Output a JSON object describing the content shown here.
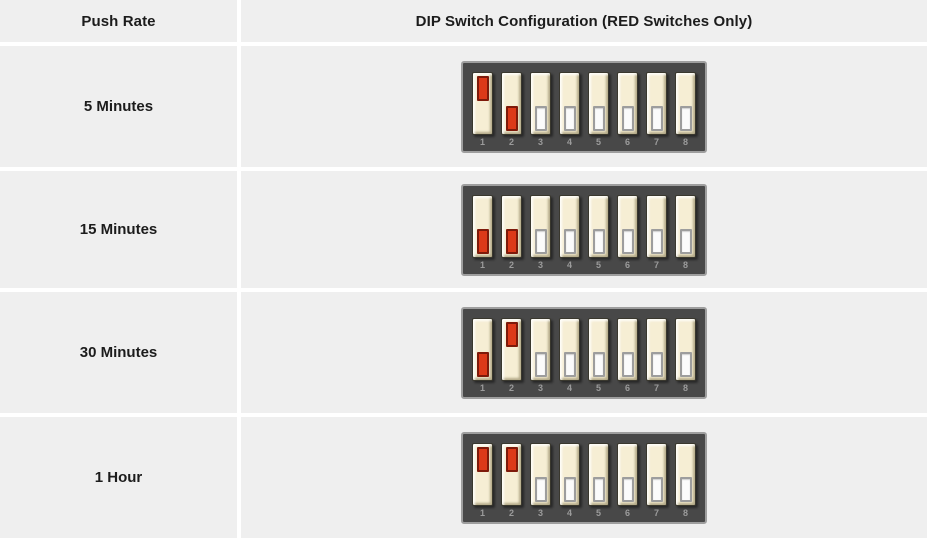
{
  "header": {
    "col1": "Push Rate",
    "col2": "DIP Switch Configuration (RED Switches Only)"
  },
  "rows": [
    {
      "push_rate": "5 Minutes",
      "switches": [
        {
          "num": "1",
          "color": "red",
          "position": "up"
        },
        {
          "num": "2",
          "color": "red",
          "position": "down"
        },
        {
          "num": "3",
          "color": "white",
          "position": "down"
        },
        {
          "num": "4",
          "color": "white",
          "position": "down"
        },
        {
          "num": "5",
          "color": "white",
          "position": "down"
        },
        {
          "num": "6",
          "color": "white",
          "position": "down"
        },
        {
          "num": "7",
          "color": "white",
          "position": "down"
        },
        {
          "num": "8",
          "color": "white",
          "position": "down"
        }
      ]
    },
    {
      "push_rate": "15 Minutes",
      "switches": [
        {
          "num": "1",
          "color": "red",
          "position": "down"
        },
        {
          "num": "2",
          "color": "red",
          "position": "down"
        },
        {
          "num": "3",
          "color": "white",
          "position": "down"
        },
        {
          "num": "4",
          "color": "white",
          "position": "down"
        },
        {
          "num": "5",
          "color": "white",
          "position": "down"
        },
        {
          "num": "6",
          "color": "white",
          "position": "down"
        },
        {
          "num": "7",
          "color": "white",
          "position": "down"
        },
        {
          "num": "8",
          "color": "white",
          "position": "down"
        }
      ]
    },
    {
      "push_rate": "30 Minutes",
      "switches": [
        {
          "num": "1",
          "color": "red",
          "position": "down"
        },
        {
          "num": "2",
          "color": "red",
          "position": "up"
        },
        {
          "num": "3",
          "color": "white",
          "position": "down"
        },
        {
          "num": "4",
          "color": "white",
          "position": "down"
        },
        {
          "num": "5",
          "color": "white",
          "position": "down"
        },
        {
          "num": "6",
          "color": "white",
          "position": "down"
        },
        {
          "num": "7",
          "color": "white",
          "position": "down"
        },
        {
          "num": "8",
          "color": "white",
          "position": "down"
        }
      ]
    },
    {
      "push_rate": "1 Hour",
      "switches": [
        {
          "num": "1",
          "color": "red",
          "position": "up"
        },
        {
          "num": "2",
          "color": "red",
          "position": "up"
        },
        {
          "num": "3",
          "color": "white",
          "position": "down"
        },
        {
          "num": "4",
          "color": "white",
          "position": "down"
        },
        {
          "num": "5",
          "color": "white",
          "position": "down"
        },
        {
          "num": "6",
          "color": "white",
          "position": "down"
        },
        {
          "num": "7",
          "color": "white",
          "position": "down"
        },
        {
          "num": "8",
          "color": "white",
          "position": "down"
        }
      ]
    }
  ],
  "colors": {
    "cell_bg": "#efefef",
    "divider": "#ffffff",
    "text_color": "#1c1c1c",
    "block_bg": "#484848",
    "block_border": "#9e9e9e",
    "slot_bg": "#f6eed4",
    "slot_border": "#3a382e",
    "red_switch": "#dc3918",
    "red_switch_border": "#7e1a0a",
    "white_switch": "#fbfbfb",
    "white_switch_border": "#9d9d9d",
    "number_color": "#9b9b9b"
  }
}
